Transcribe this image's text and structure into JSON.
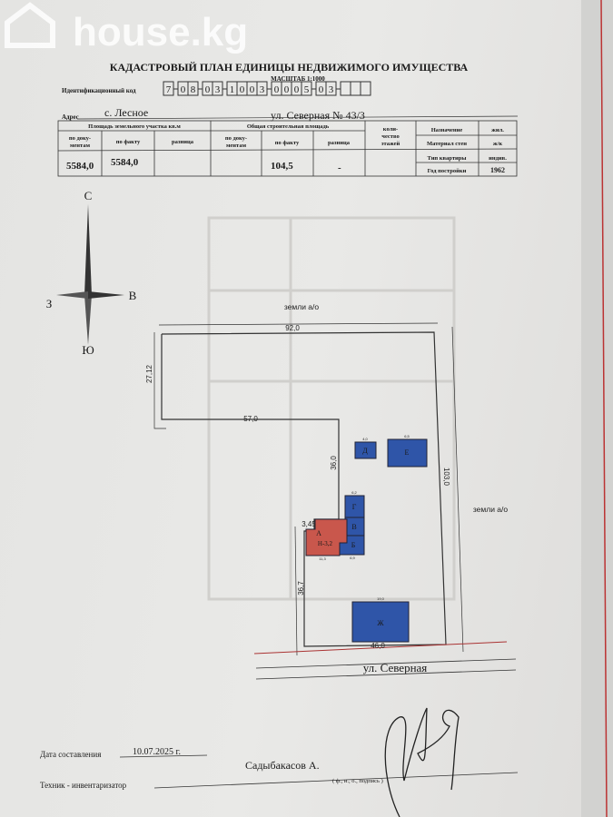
{
  "watermark": "house.kg",
  "title": "КАДАСТРОВЫЙ ПЛАН ЕДИНИЦЫ НЕДВИЖИМОГО ИМУЩЕСТВА",
  "scale": "МАСШТАБ 1:1000",
  "id_code_label": "Идентификационный код",
  "id_code_groups": [
    [
      "7"
    ],
    [
      "0",
      "8"
    ],
    [
      "0",
      "3"
    ],
    [
      "1",
      "0",
      "0",
      "3"
    ],
    [
      "0",
      "0",
      "0",
      "5"
    ],
    [
      "0",
      "3"
    ],
    [
      "",
      "",
      ""
    ]
  ],
  "address_label": "Адрес",
  "address": {
    "village": "с. Лесное",
    "street": "ул. Северная № 43/3"
  },
  "table": {
    "land_header": "Площадь земельного участка кв.м",
    "building_header": "Общая строительная площадь",
    "by_docs_1": "по доку-",
    "by_docs_2": "ментам",
    "by_fact": "по факту",
    "diff": "разница",
    "floors_1": "коли-",
    "floors_2": "чество",
    "floors_3": "этажей",
    "purpose_label": "Назначение",
    "purpose_value": "жил.",
    "walls_label": "Материал стен",
    "walls_value": "ж/к",
    "apt_type_label": "Тип квартиры",
    "apt_type_value": "индив.",
    "year_label": "Год постройки",
    "year_value": "1962",
    "land_docs": "5584,0",
    "land_fact": "5584,0",
    "build_fact": "104,5",
    "build_diff": "-"
  },
  "compass": {
    "n": "С",
    "s": "Ю",
    "w": "З",
    "e": "В"
  },
  "plan": {
    "north_neighbor": "земли а/о",
    "east_neighbor": "земли а/о",
    "street": "ул. Северная",
    "buildings": [
      "Д",
      "Е",
      "Г",
      "В",
      "Б",
      "А",
      "Ж"
    ],
    "a_height": "Н-3,2",
    "small_dims": [
      "4,0",
      "6,5",
      "6,2",
      "11,3",
      "6,9",
      "19,0"
    ],
    "dims": {
      "top": "92,0",
      "left_upper": "27,12",
      "middle": "57,0",
      "inner_vertical": "36,0",
      "right": "103,0",
      "step": "3,45",
      "left_lower": "36,7",
      "bottom": "46,0"
    }
  },
  "footer": {
    "date_label": "Дата составления",
    "date_value": "10.07.2025  г.",
    "technician_label": "Техник - инвентаризатор",
    "technician_name": "Садыбакасов А.",
    "sign_hint": "( ф., и., о., подпись )"
  }
}
